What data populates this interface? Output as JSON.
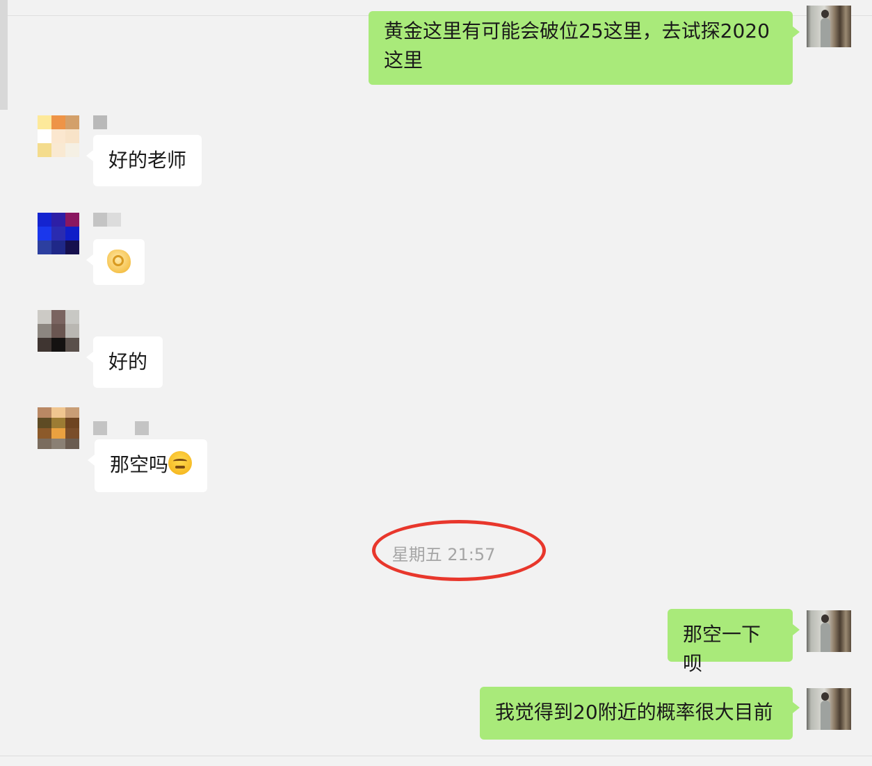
{
  "chat": {
    "messages": [
      {
        "side": "right",
        "text": "黄金这里有可能会破位25这里，去试探2020这里"
      },
      {
        "side": "left",
        "text": "好的老师"
      },
      {
        "side": "left",
        "text": "",
        "emoji": "ok-hand-icon"
      },
      {
        "side": "left",
        "text": "好的"
      },
      {
        "side": "left",
        "text": "那空吗",
        "emoji": "persevering-face-icon"
      },
      {
        "side": "right",
        "text": "那空一下呗"
      },
      {
        "side": "right",
        "text": "我觉得到20附近的概率很大目前"
      }
    ],
    "timestamp": "星期五 21:57"
  },
  "colors": {
    "background": "#f2f2f2",
    "self_bubble": "#a9ea7a",
    "other_bubble": "#ffffff",
    "highlight": "#e8372c",
    "timestamp_text": "#a5a5a5"
  },
  "avatars": {
    "a1": [
      "#fde99a",
      "#ee9447",
      "#d3a06a",
      "#ffffff",
      "#fbe7cf",
      "#f8e3c8",
      "#f4dc8d",
      "#f9e9d2",
      "#f5f0e4"
    ],
    "a2": [
      "#1424d0",
      "#2d1fa6",
      "#8a1760",
      "#1a37ec",
      "#2a2bb0",
      "#0f1ec8",
      "#2c3fa0",
      "#1f2888",
      "#16104e"
    ],
    "a3": [
      "#cccac5",
      "#7a6460",
      "#c8c8c4",
      "#8c8680",
      "#6a5651",
      "#b9b7b2",
      "#3f3531",
      "#141211",
      "#5a504b"
    ],
    "a4": [
      "#b98864",
      "#f0c690",
      "#c99e76",
      "#5e4b24",
      "#9c7c34",
      "#6e4420",
      "#8c5a2a",
      "#eaa140",
      "#7a4e2a",
      "#7a6c5e",
      "#8a8074",
      "#6a5c50"
    ]
  },
  "name_blocks": {
    "n1": [
      "#b9b9b9"
    ],
    "n2": [
      "#c4c4c4",
      "#dcdcdc"
    ],
    "n4": [
      "#c4c4c4",
      "#f2f2f2",
      "#f2f2f2",
      "#c4c4c4"
    ]
  }
}
